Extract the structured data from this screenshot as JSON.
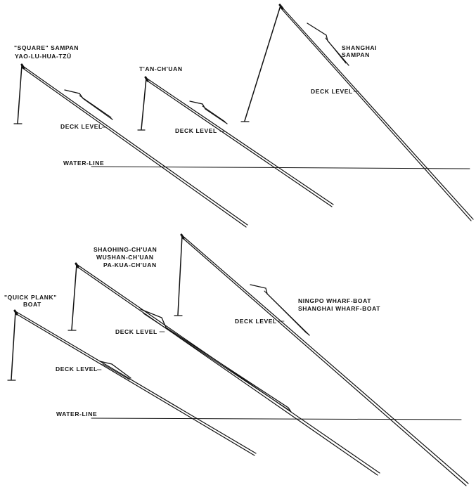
{
  "labels": {
    "square_title_1": "\"SQUARE\" SAMPAN",
    "square_title_2": "YAO-LU-HUA-TZŬ",
    "tanchuan_title": "T'AN-CH'UAN",
    "shanghai_title_1": "SHANGHAI",
    "shanghai_title_2": "SAMPAN",
    "shaohing_title_1": "SHAOHING-CH'UAN",
    "shaohing_title_2": "WUSHAN-CH'UAN",
    "shaohing_title_3": "PA-KUA-CH'UAN",
    "quick_title_1": "\"QUICK PLANK\"",
    "quick_title_2": "BOAT",
    "ningpo_title_1": "NINGPO WHARF-BOAT",
    "ningpo_title_2": "SHANGHAI WHARF-BOAT",
    "deck_level": "DECK LEVEL",
    "water_line": "WATER-LINE"
  }
}
